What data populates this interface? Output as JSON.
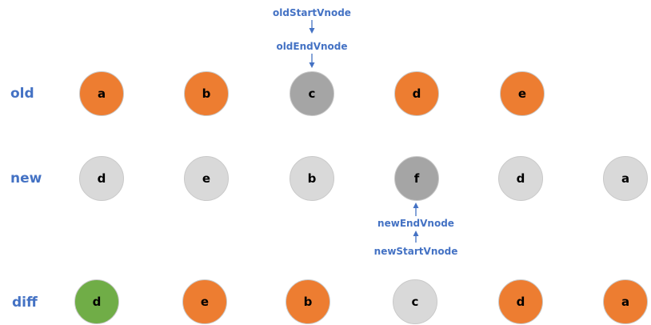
{
  "colors": {
    "label": "#4472c4",
    "orange": "#ed7d31",
    "light_gray": "#d9d9d9",
    "dark_gray": "#a5a5a5",
    "green": "#70ad47"
  },
  "rows": [
    {
      "label": "old",
      "nodes": [
        {
          "text": "a",
          "color": "#ed7d31"
        },
        {
          "text": "b",
          "color": "#ed7d31"
        },
        {
          "text": "c",
          "color": "#a5a5a5"
        },
        {
          "text": "d",
          "color": "#ed7d31"
        },
        {
          "text": "e",
          "color": "#ed7d31"
        }
      ]
    },
    {
      "label": "new",
      "nodes": [
        {
          "text": "d",
          "color": "#d9d9d9"
        },
        {
          "text": "e",
          "color": "#d9d9d9"
        },
        {
          "text": "b",
          "color": "#d9d9d9"
        },
        {
          "text": "f",
          "color": "#a5a5a5"
        },
        {
          "text": "d",
          "color": "#d9d9d9"
        },
        {
          "text": "a",
          "color": "#d9d9d9"
        }
      ]
    },
    {
      "label": "diff",
      "nodes": [
        {
          "text": "d",
          "color": "#70ad47"
        },
        {
          "text": "e",
          "color": "#ed7d31"
        },
        {
          "text": "b",
          "color": "#ed7d31"
        },
        {
          "text": "c",
          "color": "#d9d9d9"
        },
        {
          "text": "d",
          "color": "#ed7d31"
        },
        {
          "text": "a",
          "color": "#ed7d31"
        }
      ]
    }
  ],
  "pointers": {
    "old_start": "oldStartVnode",
    "old_end": "oldEndVnode",
    "new_end": "newEndVnode",
    "new_start": "newStartVnode"
  }
}
